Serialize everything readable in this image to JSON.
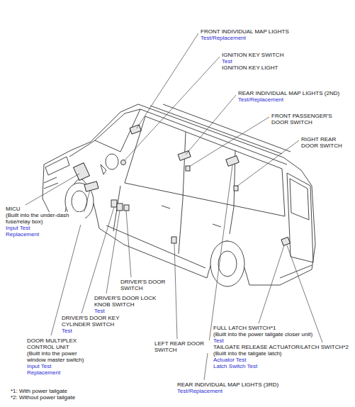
{
  "diagram": {
    "labels": [
      "FRONT INDIVIDUAL MAP LIGHTS",
      "Test/Replacement",
      "IGNITION KEY SWITCH",
      "Test",
      "IGNITION KEY LIGHT",
      "REAR INDIVIDUAL MAP LIGHTS (2ND)",
      "Test/Replacement",
      "FRONT PASSENGER'S DOOR SWITCH",
      "RIGHT REAR DOOR SWITCH",
      "MICU",
      "(Built into the under-dash fuse/relay box)",
      "Input Test",
      "Replacement",
      "DRIVER'S DOOR SWITCH",
      "DRIVER'S DOOR LOCK KNOB SWITCH",
      "Test",
      "DRIVER'S DOOR KEY CYLINDER SWITCH",
      "Test",
      "DOOR MULTIPLEX CONTROL UNIT",
      "(Built into the power window master switch)",
      "Input Test",
      "Replacement",
      "LEFT REAR DOOR SWITCH",
      "FULL LATCH SWITCH*1",
      "(Built into the power tailgate closer unit)",
      "Test",
      "TAILGATE RELEASE ACTUATOR/LATCH SWITCH*2",
      "(Built into the tailgate latch)",
      "Actuator Test",
      "Latch Switch Test",
      "REAR INDIVIDUAL MAP LIGHTS (3RD)",
      "Test/Replacement",
      "*1: With power tailgate",
      "*2: Without power tailgate"
    ]
  }
}
